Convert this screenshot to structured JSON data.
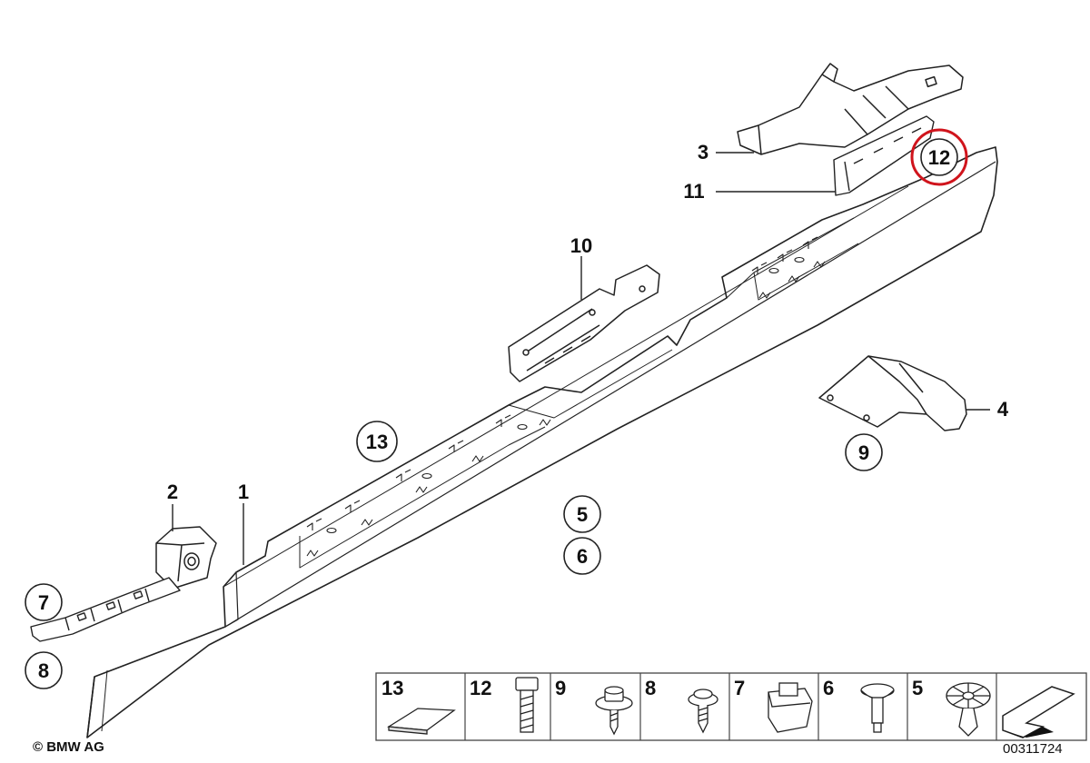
{
  "callouts": [
    {
      "num": "1"
    },
    {
      "num": "2"
    },
    {
      "num": "3"
    },
    {
      "num": "4"
    },
    {
      "num": "5"
    },
    {
      "num": "6"
    },
    {
      "num": "7"
    },
    {
      "num": "8"
    },
    {
      "num": "9"
    },
    {
      "num": "10"
    },
    {
      "num": "11"
    },
    {
      "num": "12"
    },
    {
      "num": "13"
    }
  ],
  "legend": [
    {
      "num": "13",
      "icon": "adhesive-pad-icon"
    },
    {
      "num": "12",
      "icon": "bolt-icon"
    },
    {
      "num": "9",
      "icon": "screw-with-washer-icon"
    },
    {
      "num": "8",
      "icon": "screw-icon"
    },
    {
      "num": "7",
      "icon": "clip-nut-icon"
    },
    {
      "num": "6",
      "icon": "rivet-icon"
    },
    {
      "num": "5",
      "icon": "expanding-rivet-icon"
    }
  ],
  "highlight": {
    "num": "12",
    "color": "#d0141c"
  },
  "footer": {
    "copyright": "© BMW AG",
    "diagram_id": "00311724"
  },
  "colors": {
    "line": "#222222",
    "part_fill": "#ffffff",
    "legend_border": "#444444"
  }
}
